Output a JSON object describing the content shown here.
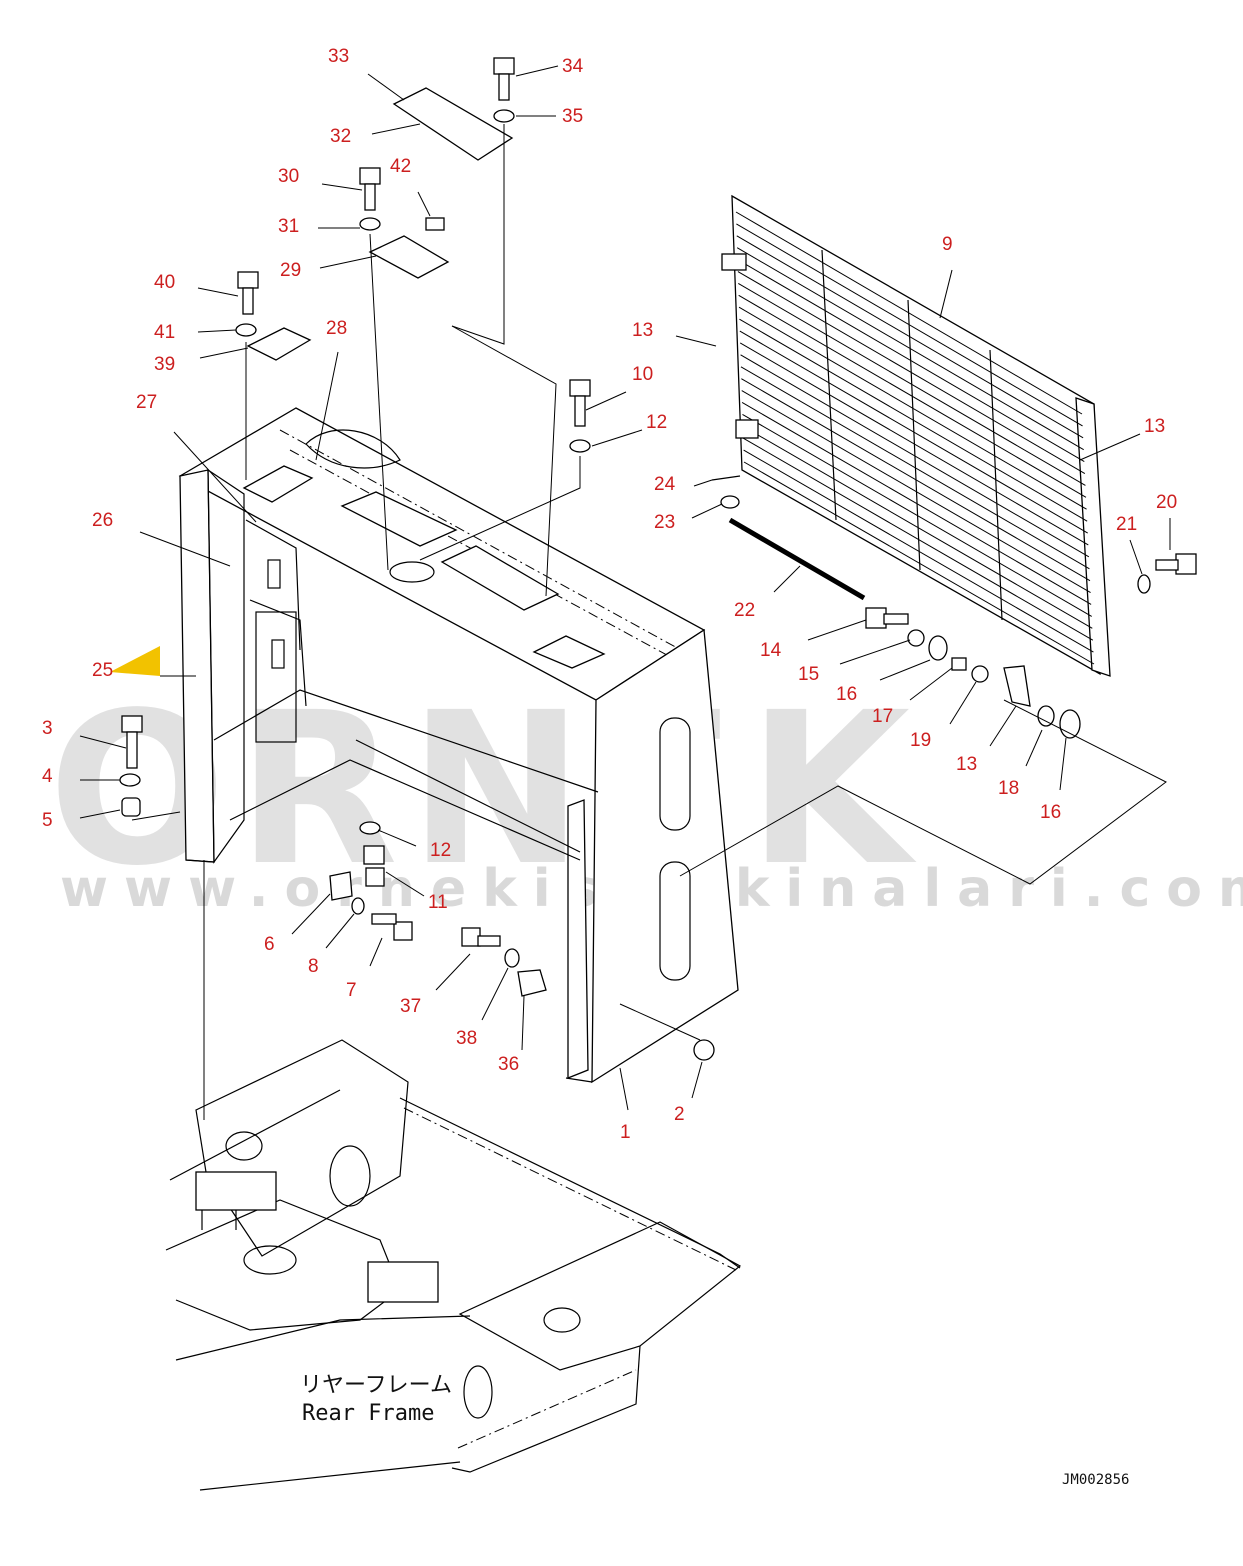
{
  "watermark": {
    "brand": "ORNEK",
    "url": "www.ornekismakinalari.com.tr",
    "accent_color": "#f2c200"
  },
  "frame_label": {
    "japanese": "リヤーフレーム",
    "english": "Rear Frame"
  },
  "drawing_id": "JM002856",
  "callout_color": "#cc1f1f",
  "callouts": [
    "33",
    "34",
    "35",
    "32",
    "30",
    "42",
    "31",
    "29",
    "40",
    "41",
    "28",
    "39",
    "27",
    "26",
    "25",
    "3",
    "4",
    "5",
    "10",
    "12",
    "9",
    "13",
    "24",
    "23",
    "22",
    "14",
    "15",
    "16",
    "17",
    "19",
    "20",
    "21",
    "18",
    "11",
    "6",
    "8",
    "7",
    "37",
    "38",
    "36",
    "2",
    "1"
  ]
}
